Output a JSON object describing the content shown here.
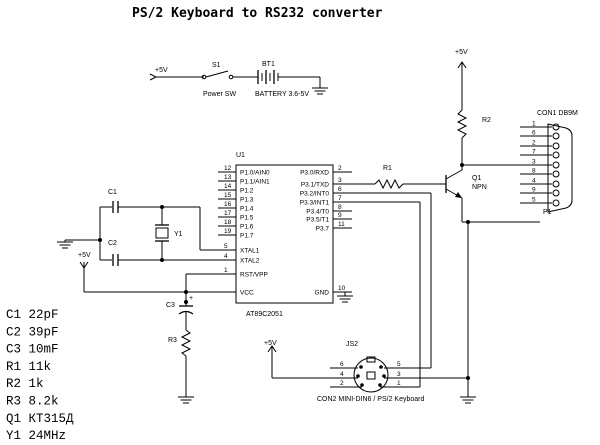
{
  "title": "PS/2 Keyboard to RS232 converter",
  "power": {
    "vcc": "+5V"
  },
  "switch": {
    "ref": "S1",
    "value": "Power SW"
  },
  "battery": {
    "ref": "BT1",
    "value": "BATTERY 3.6-5V"
  },
  "mcu": {
    "ref": "U1",
    "part": "AT89C2051",
    "left_pins": [
      {
        "num": "12",
        "name": "P1.0/AIN0"
      },
      {
        "num": "13",
        "name": "P1.1/AIN1"
      },
      {
        "num": "14",
        "name": "P1.2"
      },
      {
        "num": "15",
        "name": "P1.3"
      },
      {
        "num": "16",
        "name": "P1.4"
      },
      {
        "num": "17",
        "name": "P1.5"
      },
      {
        "num": "18",
        "name": "P1.6"
      },
      {
        "num": "19",
        "name": "P1.7"
      },
      {
        "num": "5",
        "name": "XTAL1"
      },
      {
        "num": "4",
        "name": "XTAL2"
      },
      {
        "num": "1",
        "name": "RST/VPP"
      },
      {
        "num": "",
        "name": "VCC"
      }
    ],
    "right_pins": [
      {
        "num": "2",
        "name": "P3.0/RXD"
      },
      {
        "num": "3",
        "name": "P3.1/TXD"
      },
      {
        "num": "6",
        "name": "P3.2/INT0"
      },
      {
        "num": "7",
        "name": "P3.3/INT1"
      },
      {
        "num": "8",
        "name": "P3.4/T0"
      },
      {
        "num": "9",
        "name": "P3.5/T1"
      },
      {
        "num": "11",
        "name": "P3.7"
      },
      {
        "num": "10",
        "name": "GND"
      }
    ]
  },
  "caps": {
    "c1": "C1",
    "c2": "C2",
    "c3": "C3"
  },
  "crystal": {
    "ref": "Y1"
  },
  "resistors": {
    "r1": "R1",
    "r2": "R2",
    "r3": "R3"
  },
  "transistor": {
    "ref": "Q1",
    "type": "NPN"
  },
  "db9": {
    "ref": "CON1 DB9M",
    "pin1": "P1",
    "pins": [
      "1",
      "6",
      "2",
      "7",
      "3",
      "8",
      "4",
      "9",
      "5"
    ]
  },
  "ps2": {
    "ref": "JS2",
    "label": "CON2 MINI-DIN6 / PS/2 Keyboard",
    "pins": [
      "6",
      "5",
      "4",
      "3",
      "2",
      "1"
    ]
  },
  "bom": [
    {
      "ref": "C1",
      "value": "22pF"
    },
    {
      "ref": "C2",
      "value": "39pF"
    },
    {
      "ref": "C3",
      "value": "10mF"
    },
    {
      "ref": "R1",
      "value": "11k"
    },
    {
      "ref": "R2",
      "value": "1k"
    },
    {
      "ref": "R3",
      "value": "8.2k"
    },
    {
      "ref": "Q1",
      "value": "КТ315Д"
    },
    {
      "ref": "Y1",
      "value": "24MHz"
    }
  ]
}
